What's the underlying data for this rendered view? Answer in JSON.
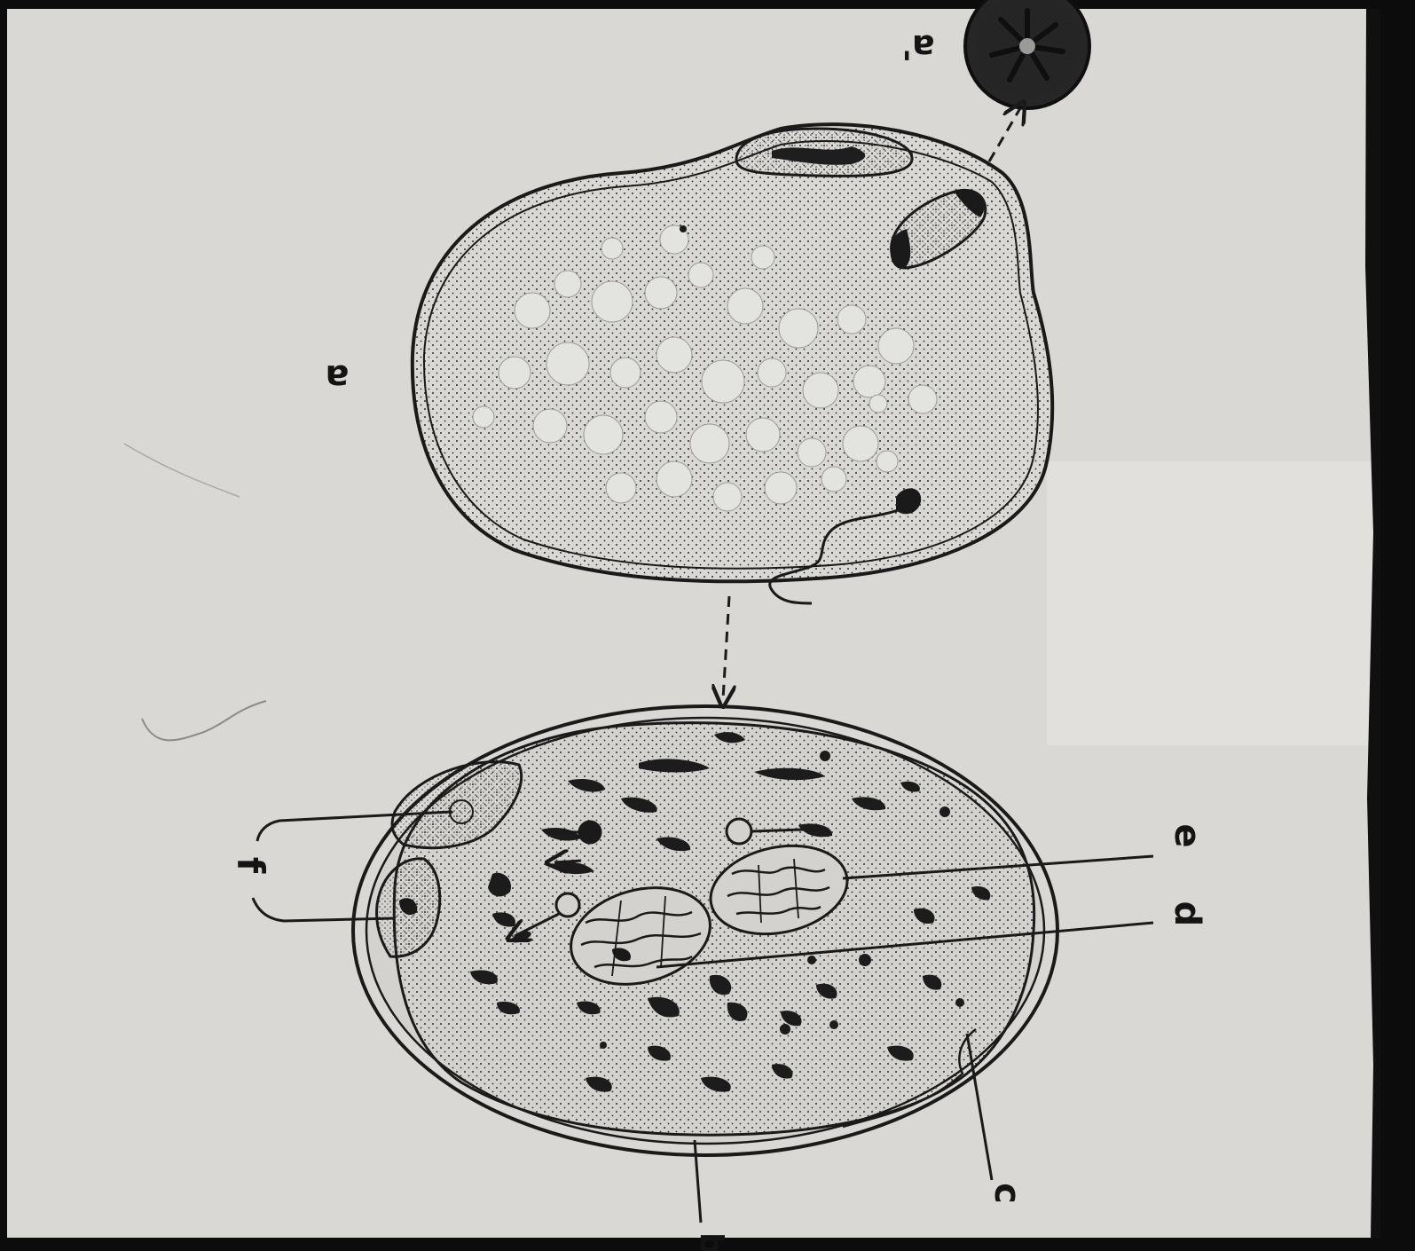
{
  "figure": {
    "palette": {
      "paper": "#d9d8d4",
      "ink": "#1a1a1a",
      "page_edge": "#0c0c0c"
    },
    "labels": {
      "a": "a",
      "a_prime": "a'",
      "b": "b",
      "c": "c",
      "d": "d",
      "e": "e",
      "f": "f"
    }
  }
}
